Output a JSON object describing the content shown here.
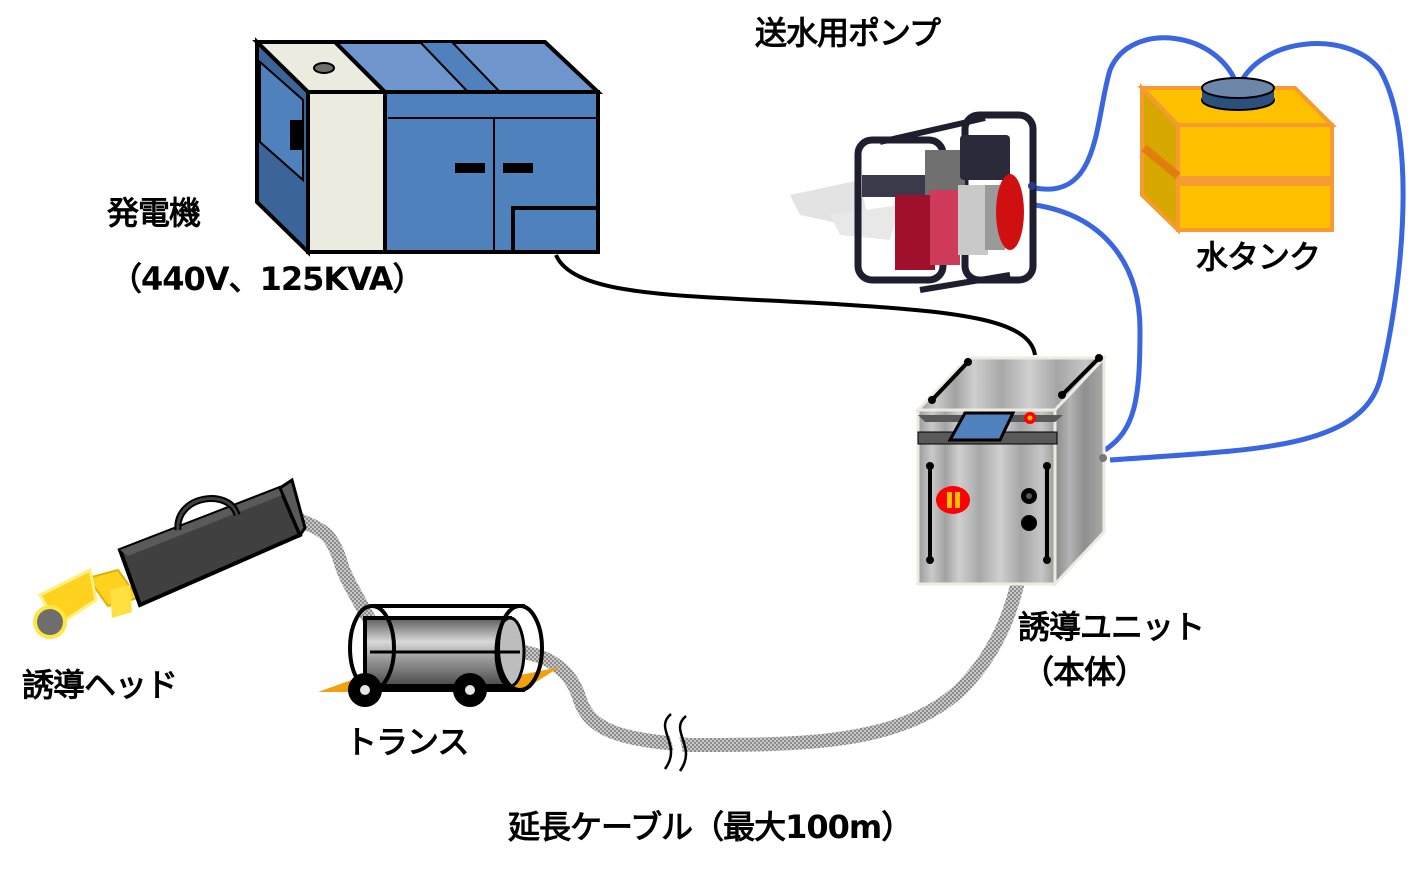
{
  "diagram": {
    "title": "Induction heating equipment configuration",
    "components": {
      "generator": {
        "name": "発電機",
        "spec": "（440V、125KVA）"
      },
      "pump": {
        "name": "送水用ポンプ"
      },
      "water_tank": {
        "name": "水タンク"
      },
      "induction_unit": {
        "name": "誘導ユニット",
        "sub": "（本体）"
      },
      "induction_head": {
        "name": "誘導ヘッド"
      },
      "transformer": {
        "name": "トランス"
      },
      "extension_cable": {
        "name": "延長ケーブル（最大100m）"
      }
    },
    "connections": [
      {
        "from": "generator",
        "to": "induction_unit",
        "type": "power-cable"
      },
      {
        "from": "pump",
        "to": "water_tank",
        "type": "water-hose"
      },
      {
        "from": "pump",
        "to": "induction_unit",
        "type": "water-hose"
      },
      {
        "from": "water_tank",
        "to": "induction_unit",
        "type": "water-hose"
      },
      {
        "from": "induction_unit",
        "to": "transformer",
        "type": "extension-cable"
      },
      {
        "from": "transformer",
        "to": "induction_head",
        "type": "extension-cable"
      }
    ],
    "colors": {
      "generator_blue": "#4f81bd",
      "generator_dark": "#3b6499",
      "generator_light": "#ecebe0",
      "tank_yellow": "#ffc000",
      "tank_orange": "#f79a32",
      "hose_blue": "#3a66e0",
      "cable_gray": "#a6a6a6",
      "head_yellow": "#ffd21f",
      "indicator_red": "#ff0000"
    }
  }
}
